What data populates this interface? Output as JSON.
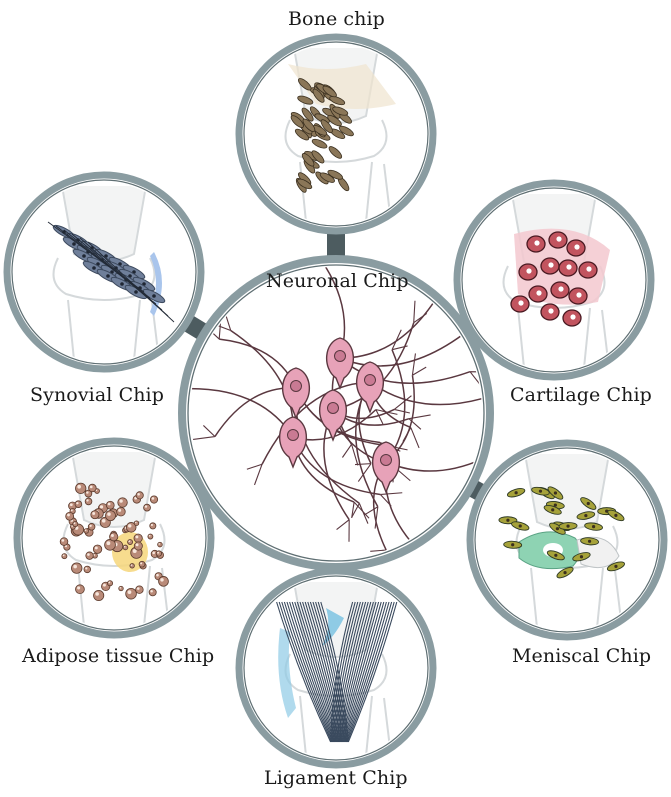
{
  "diagram": {
    "center": {
      "label": "Neuronal Chip"
    },
    "satellites": [
      {
        "key": "bone",
        "label": "Bone chip"
      },
      {
        "key": "cartilage",
        "label": "Cartilage Chip"
      },
      {
        "key": "meniscal",
        "label": "Meniscal Chip"
      },
      {
        "key": "ligament",
        "label": "Ligament Chip"
      },
      {
        "key": "adipose",
        "label": "Adipose tissue Chip"
      },
      {
        "key": "synovial",
        "label": "Synovial Chip"
      }
    ],
    "colors": {
      "ring": "#8a9ca1",
      "connector": "#4d5c60",
      "neuron_body": "#e7a2b8",
      "neuron_line": "#5a3840",
      "bone_cell": "#8a7658",
      "cartilage_cell": "#c2545f",
      "cartilage_matrix": "#f3c8cf",
      "meniscus": "#8ed3b3",
      "ligament_fiber": "#3a4a5e",
      "ligament_accent": "#8fcbe5",
      "adipose_cell": "#b98a78",
      "fat_pad": "#f6d67a",
      "synovial_cell": "#3d4a5e",
      "synovial_accent": "#a9c5ec",
      "knee_sketch": "#d5d9db"
    }
  }
}
